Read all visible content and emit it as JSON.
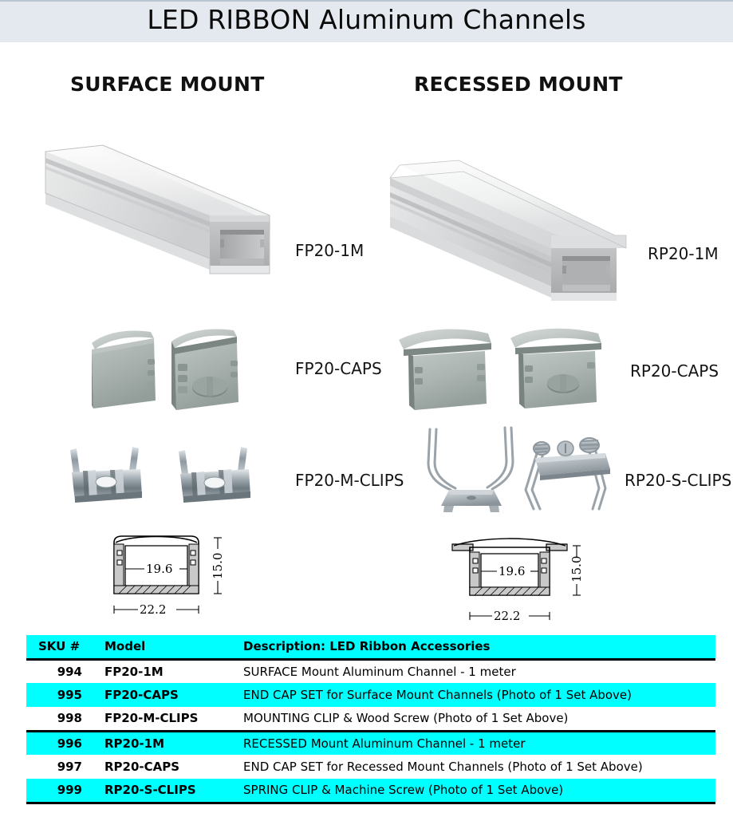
{
  "header": {
    "title": "LED RIBBON Aluminum Channels",
    "background_color": "#e3e9ee"
  },
  "columns": {
    "left_heading": "SURFACE MOUNT",
    "right_heading": "RECESSED MOUNT"
  },
  "products": {
    "surface": [
      {
        "label": "FP20-1M",
        "image": "aluminum-channel-surface-photo"
      },
      {
        "label": "FP20-CAPS",
        "image": "end-cap-pair-photo"
      },
      {
        "label": "FP20-M-CLIPS",
        "image": "mounting-clip-pair-photo"
      }
    ],
    "recessed": [
      {
        "label": "RP20-1M",
        "image": "aluminum-channel-recessed-photo"
      },
      {
        "label": "RP20-CAPS",
        "image": "end-cap-pair-recessed-photo"
      },
      {
        "label": "RP20-S-CLIPS",
        "image": "spring-clip-pair-photo"
      }
    ]
  },
  "drawings": {
    "surface": {
      "name": "FP20 cross-section",
      "inner_width": "19.6",
      "outer_width": "22.2",
      "height": "15.0"
    },
    "recessed": {
      "name": "RP20 cross-section",
      "inner_width": "19.6",
      "outer_width": "22.2",
      "height": "15.0"
    }
  },
  "table": {
    "accent_color": "#00ffff",
    "headers": [
      "SKU #",
      "Model",
      "Description: LED Ribbon Accessories"
    ],
    "rows": [
      {
        "sku": "994",
        "model": "FP20-1M",
        "description": "SURFACE Mount Aluminum Channel - 1 meter",
        "shade": "white"
      },
      {
        "sku": "995",
        "model": "FP20-CAPS",
        "description": "END CAP SET for Surface Mount Channels (Photo of 1 Set Above)",
        "shade": "cyan"
      },
      {
        "sku": "998",
        "model": "FP20-M-CLIPS",
        "description": "MOUNTING CLIP & Wood Screw  (Photo of 1 Set Above)",
        "shade": "white"
      },
      {
        "sku": "996",
        "model": "RP20-1M",
        "description": "RECESSED Mount Aluminum Channel - 1 meter",
        "shade": "cyan"
      },
      {
        "sku": "997",
        "model": "RP20-CAPS",
        "description": "END CAP SET for Recessed Mount Channels  (Photo of 1 Set Above)",
        "shade": "white"
      },
      {
        "sku": "999",
        "model": "RP20-S-CLIPS",
        "description": "SPRING CLIP & Machine Screw (Photo of 1 Set Above)",
        "shade": "cyan"
      }
    ]
  }
}
